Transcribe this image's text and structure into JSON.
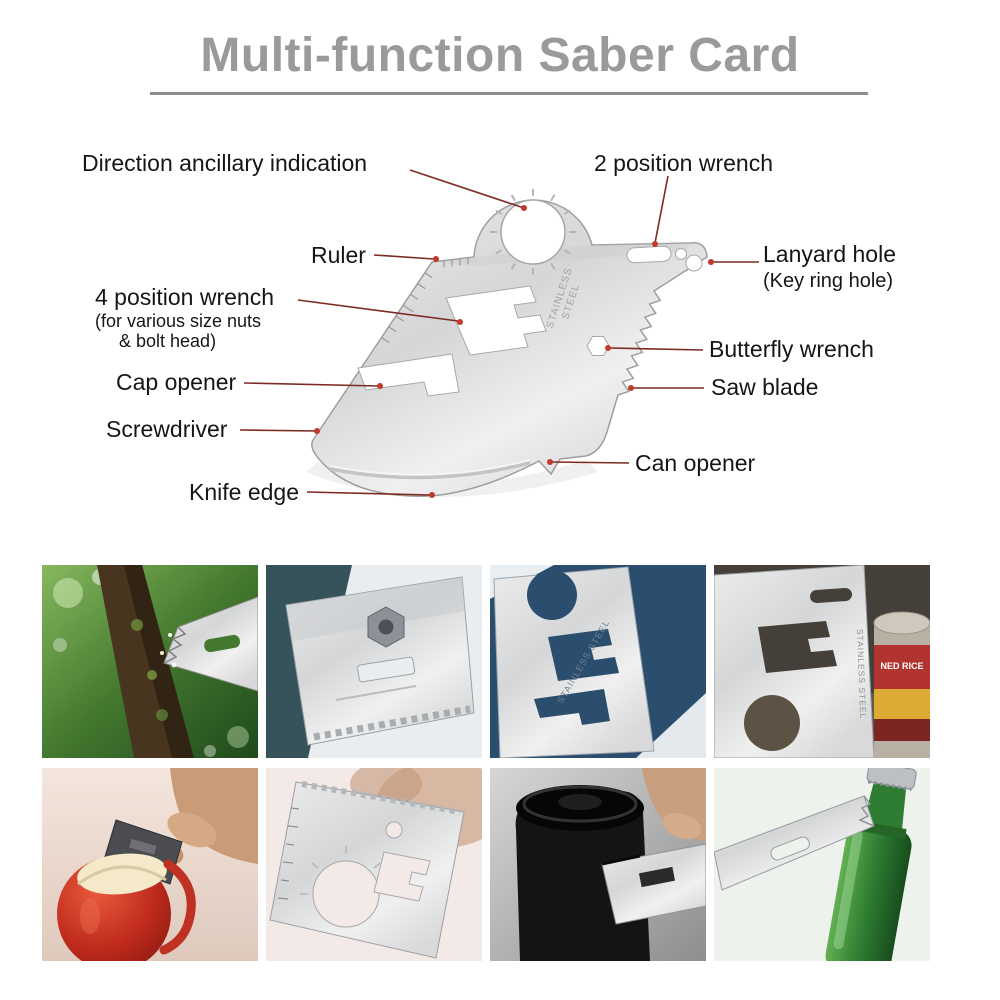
{
  "page": {
    "title": "Multi-function Saber Card"
  },
  "diagram": {
    "engraving": {
      "line1": "STAINLESS",
      "line2": "STEEL"
    },
    "labels": {
      "direction": "Direction ancillary indication",
      "wrench2": "2 position wrench",
      "ruler": "Ruler",
      "lanyard": "Lanyard hole",
      "lanyard_sub": "(Key ring hole)",
      "wrench4": "4 position wrench",
      "wrench4_sub1": "(for various size nuts",
      "wrench4_sub2": "& bolt head)",
      "butterfly": "Butterfly wrench",
      "cap": "Cap opener",
      "saw": "Saw blade",
      "screwdriver": "Screwdriver",
      "can": "Can opener",
      "knife": "Knife edge"
    }
  },
  "colors": {
    "title_gray": "#9a9a9a",
    "divider_gray": "#8d8d8d",
    "label_text": "#161616",
    "leader_line": "#7d2a23",
    "leader_dot": "#c0392b",
    "card_silver": "#dedede",
    "card_outline": "#9e9e9e"
  },
  "gallery": {
    "items": [
      {
        "name": "sawing-branch-photo"
      },
      {
        "name": "card-bolt-closeup-photo"
      },
      {
        "name": "card-cutouts-navy-photo",
        "card_text": "STAINLESS STEEL"
      },
      {
        "name": "card-with-canned-food-photo",
        "card_text": "STAINLESS STEEL",
        "can_text": "NED RICE"
      },
      {
        "name": "peeling-apple-photo"
      },
      {
        "name": "card-ruler-closeup-photo"
      },
      {
        "name": "opening-jar-lid-photo"
      },
      {
        "name": "opening-bottle-cap-photo"
      }
    ]
  }
}
